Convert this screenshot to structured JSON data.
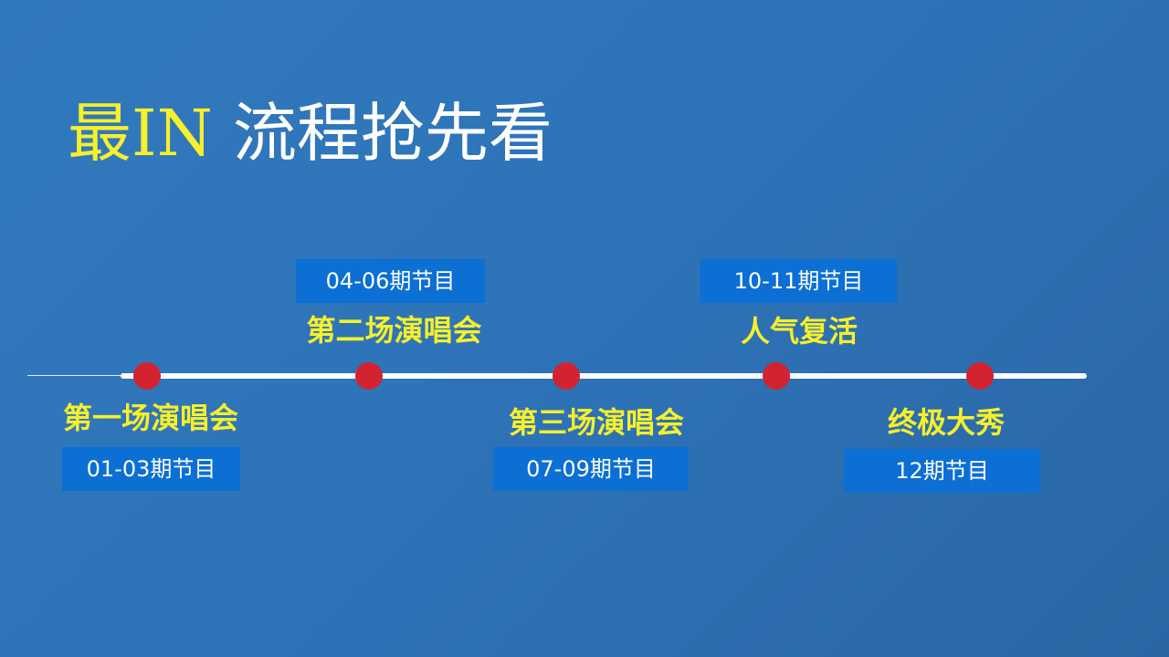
{
  "title": {
    "accent": "最IN",
    "main": "流程抢先看"
  },
  "timeline": {
    "events": [
      {
        "label": "第一场演唱会",
        "episodes": "01-03期节目"
      },
      {
        "label": "第二场演唱会",
        "episodes": "04-06期节目"
      },
      {
        "label": "第三场演唱会",
        "episodes": "07-09期节目"
      },
      {
        "label": "人气复活",
        "episodes": "10-11期节目"
      },
      {
        "label": "终极大秀",
        "episodes": "12期节目"
      }
    ]
  },
  "colors": {
    "background": "#2e74b8",
    "accent_yellow": "#f7f02a",
    "box_blue": "#0b6fd4",
    "dot_red": "#d32230",
    "line_white": "#ffffff"
  }
}
